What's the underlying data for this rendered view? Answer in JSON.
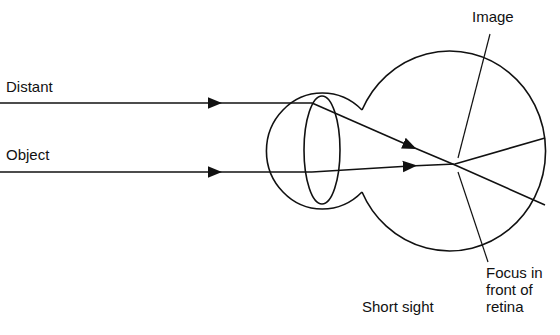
{
  "diagram": {
    "caption": "Short sight",
    "labels": [
      "Image",
      "Distant",
      "Object",
      "Focus in front of retina"
    ]
  }
}
